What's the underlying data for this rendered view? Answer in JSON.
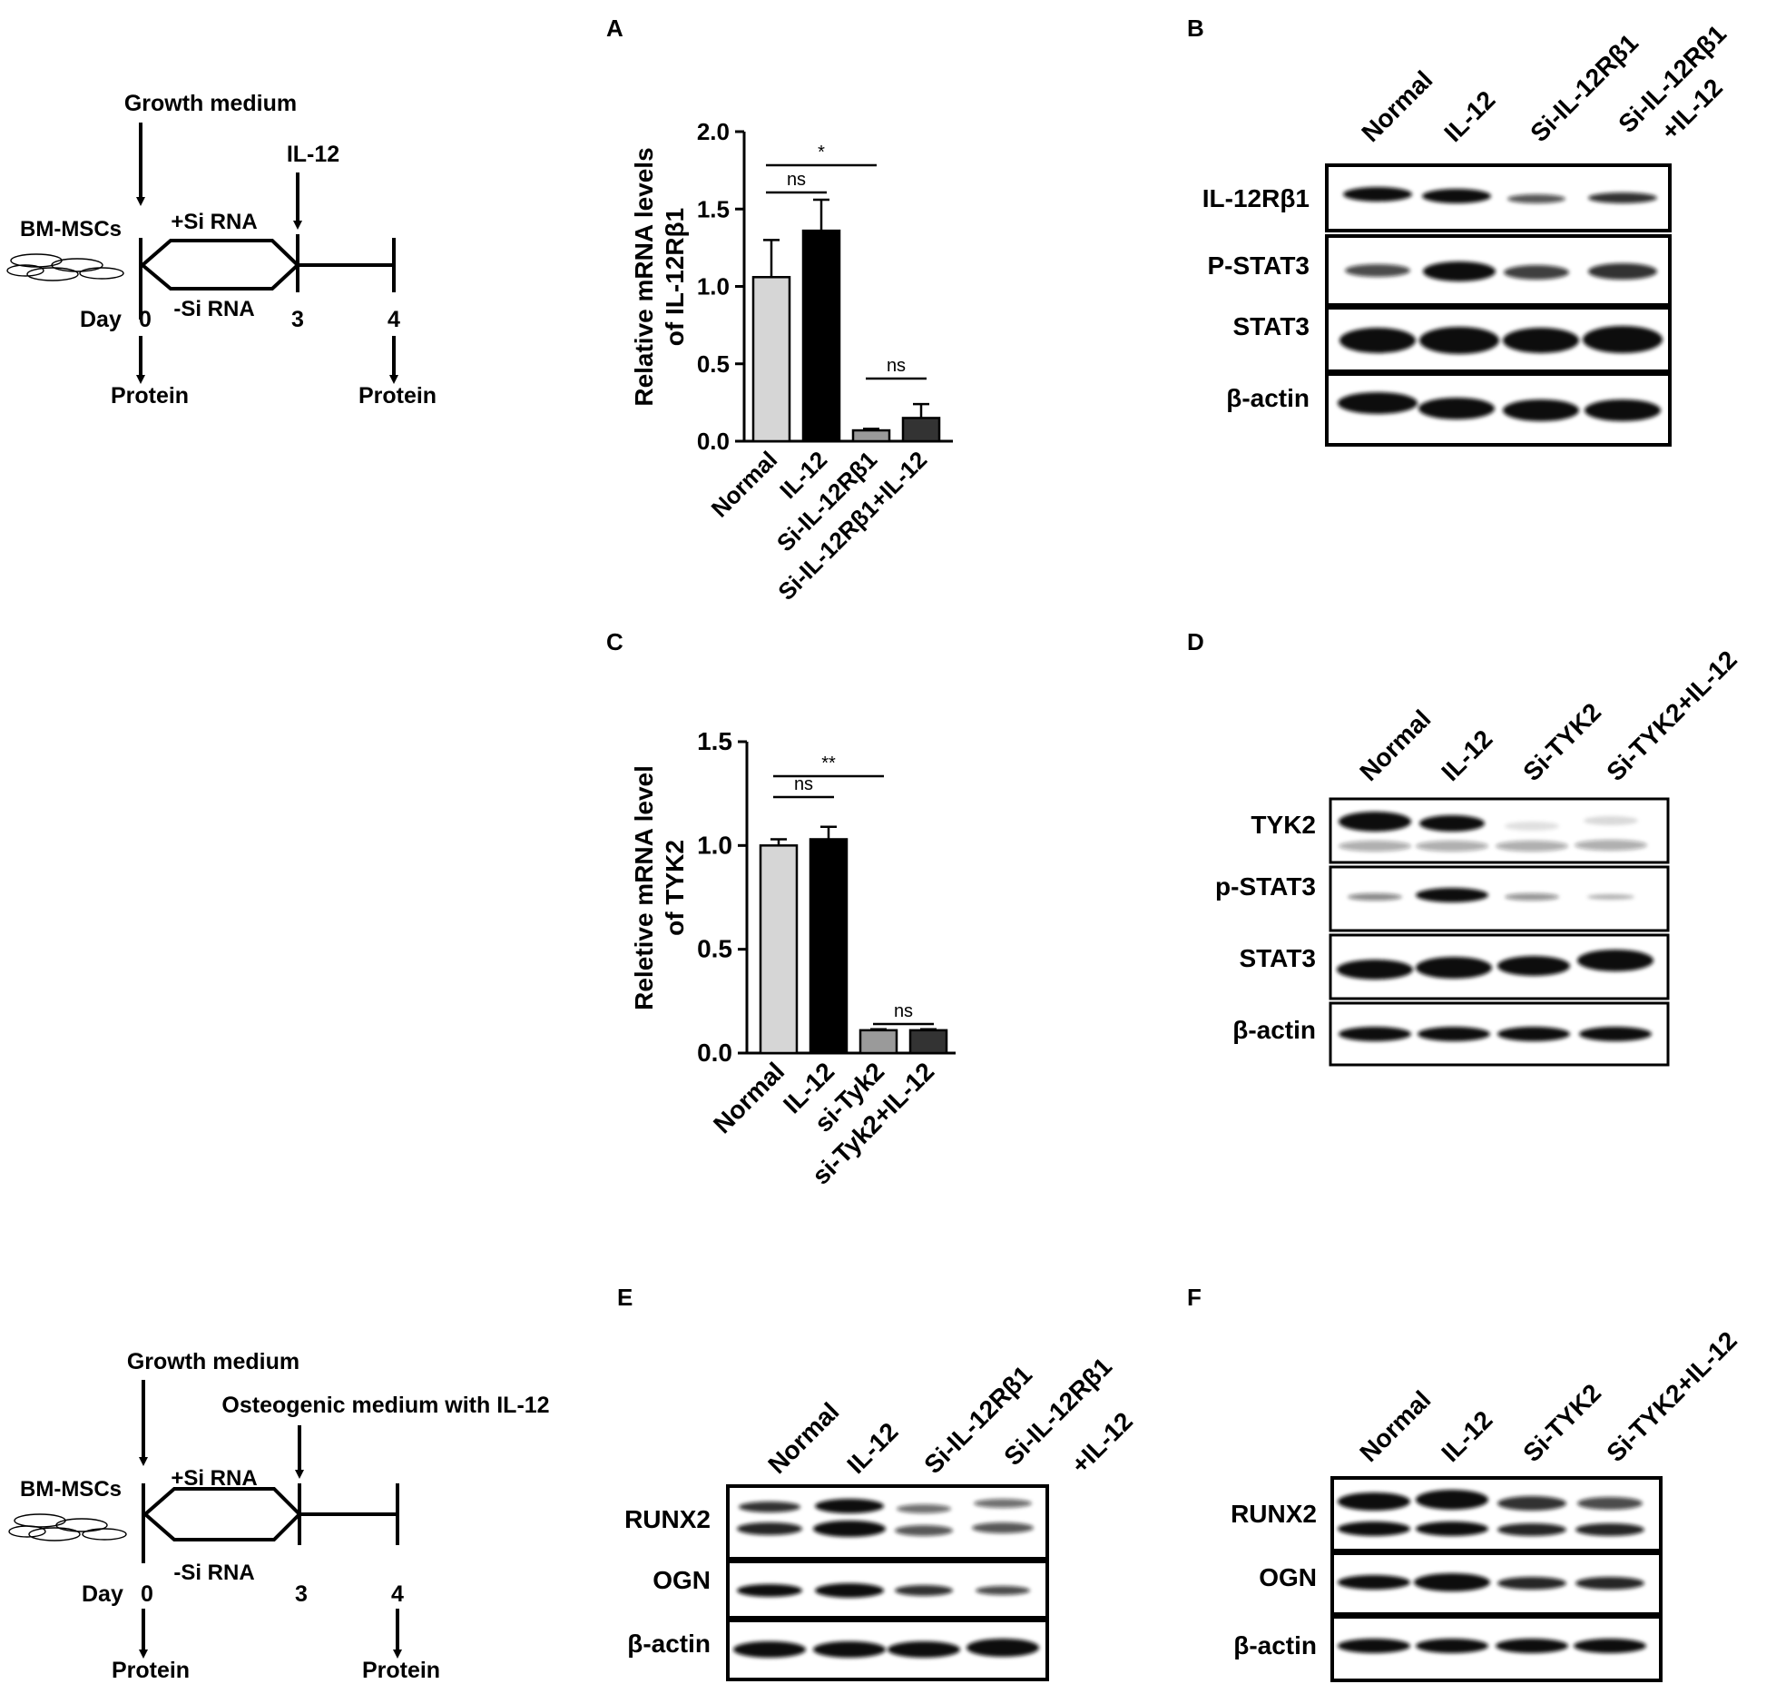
{
  "panels": {
    "A": "A",
    "B": "B",
    "C": "C",
    "D": "D",
    "E": "E",
    "F": "F"
  },
  "timeline_top": {
    "medium": "Growth medium",
    "treatment": "IL-12",
    "cells": "BM-MSCs",
    "si_plus": "+Si RNA",
    "si_minus": "-Si RNA",
    "day_label": "Day",
    "days": [
      "0",
      "3",
      "4"
    ],
    "protein": [
      "Protein",
      "Protein"
    ]
  },
  "timeline_bottom": {
    "medium": "Growth medium",
    "treatment": "Osteogenic medium with IL-12",
    "cells": "BM-MSCs",
    "si_plus": "+Si RNA",
    "si_minus": "-Si RNA",
    "day_label": "Day",
    "days": [
      "0",
      "3",
      "4"
    ],
    "protein": [
      "Protein",
      "Protein"
    ]
  },
  "chart_data": [
    {
      "type": "bar",
      "panel": "A",
      "ylabel": "Relative mRNA levels of IL-12Rβ1",
      "ylabel_lines": [
        "Relative mRNA levels",
        "of IL-12Rβ1"
      ],
      "categories": [
        "Normal",
        "IL-12",
        "Si-IL-12Rβ1",
        "Si-IL-12Rβ1+IL-12"
      ],
      "values": [
        1.06,
        1.36,
        0.07,
        0.15
      ],
      "errors": [
        0.24,
        0.2,
        0.01,
        0.09
      ],
      "ylim": [
        0,
        2.0
      ],
      "yticks": [
        "0.0",
        "0.5",
        "1.0",
        "1.5",
        "2.0"
      ],
      "bar_colors": [
        "#d6d6d6",
        "#000000",
        "#9a9a9a",
        "#333333"
      ],
      "significance": [
        {
          "from": 0,
          "to": 1,
          "label": "ns"
        },
        {
          "from": 0,
          "to": 2,
          "label": "*"
        },
        {
          "from": 2,
          "to": 3,
          "label": "ns"
        }
      ]
    },
    {
      "type": "bar",
      "panel": "C",
      "ylabel": "Reletive mRNA level of TYK2",
      "ylabel_lines": [
        "Reletive mRNA level",
        "of TYK2"
      ],
      "categories": [
        "Normal",
        "IL-12",
        "si-Tyk2",
        "si-Tyk2+IL-12"
      ],
      "values": [
        1.0,
        1.03,
        0.11,
        0.11
      ],
      "errors": [
        0.03,
        0.06,
        0.005,
        0.005
      ],
      "ylim": [
        0,
        1.5
      ],
      "yticks": [
        "0.0",
        "0.5",
        "1.0",
        "1.5"
      ],
      "bar_colors": [
        "#d6d6d6",
        "#000000",
        "#9a9a9a",
        "#333333"
      ],
      "significance": [
        {
          "from": 0,
          "to": 1,
          "label": "ns"
        },
        {
          "from": 0,
          "to": 2,
          "label": "**"
        },
        {
          "from": 2,
          "to": 3,
          "label": "ns"
        }
      ]
    }
  ],
  "blots": {
    "B": {
      "lanes": [
        "Normal",
        "IL-12",
        "Si-IL-12Rβ1",
        "Si-IL-12Rβ1",
        "+IL-12"
      ],
      "rows": [
        "IL-12Rβ1",
        "P-STAT3",
        "STAT3",
        "β-actin"
      ]
    },
    "D": {
      "lanes": [
        "Normal",
        "IL-12",
        "Si-TYK2",
        "Si-TYK2+IL-12"
      ],
      "rows": [
        "TYK2",
        "p-STAT3",
        "STAT3",
        "β-actin"
      ]
    },
    "E": {
      "lanes": [
        "Normal",
        "IL-12",
        "Si-IL-12Rβ1",
        "Si-IL-12Rβ1",
        "+IL-12"
      ],
      "rows": [
        "RUNX2",
        "OGN",
        "β-actin"
      ]
    },
    "F": {
      "lanes": [
        "Normal",
        "IL-12",
        "Si-TYK2",
        "Si-TYK2+IL-12"
      ],
      "rows": [
        "RUNX2",
        "OGN",
        "β-actin"
      ]
    }
  }
}
